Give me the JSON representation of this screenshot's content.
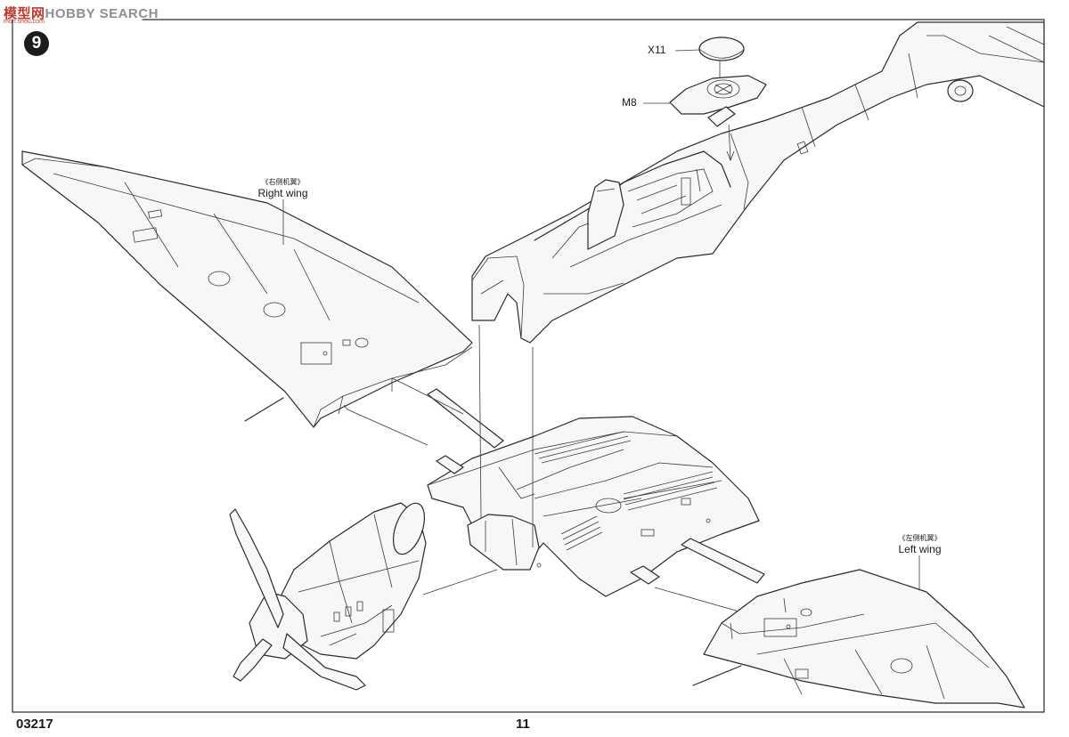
{
  "watermark": {
    "cn": "模型网",
    "en": "HOBBY SEARCH",
    "sub": "mon.shou.com"
  },
  "step": {
    "number": "9"
  },
  "callouts": {
    "x11": "X11",
    "m8": "M8"
  },
  "right_wing": {
    "label_cn": "《右侧机翼》",
    "label_en": "Right wing"
  },
  "left_wing": {
    "label_cn": "《左侧机翼》",
    "label_en": "Left wing"
  },
  "footer": {
    "product_code": "03217",
    "page_number": "11"
  }
}
